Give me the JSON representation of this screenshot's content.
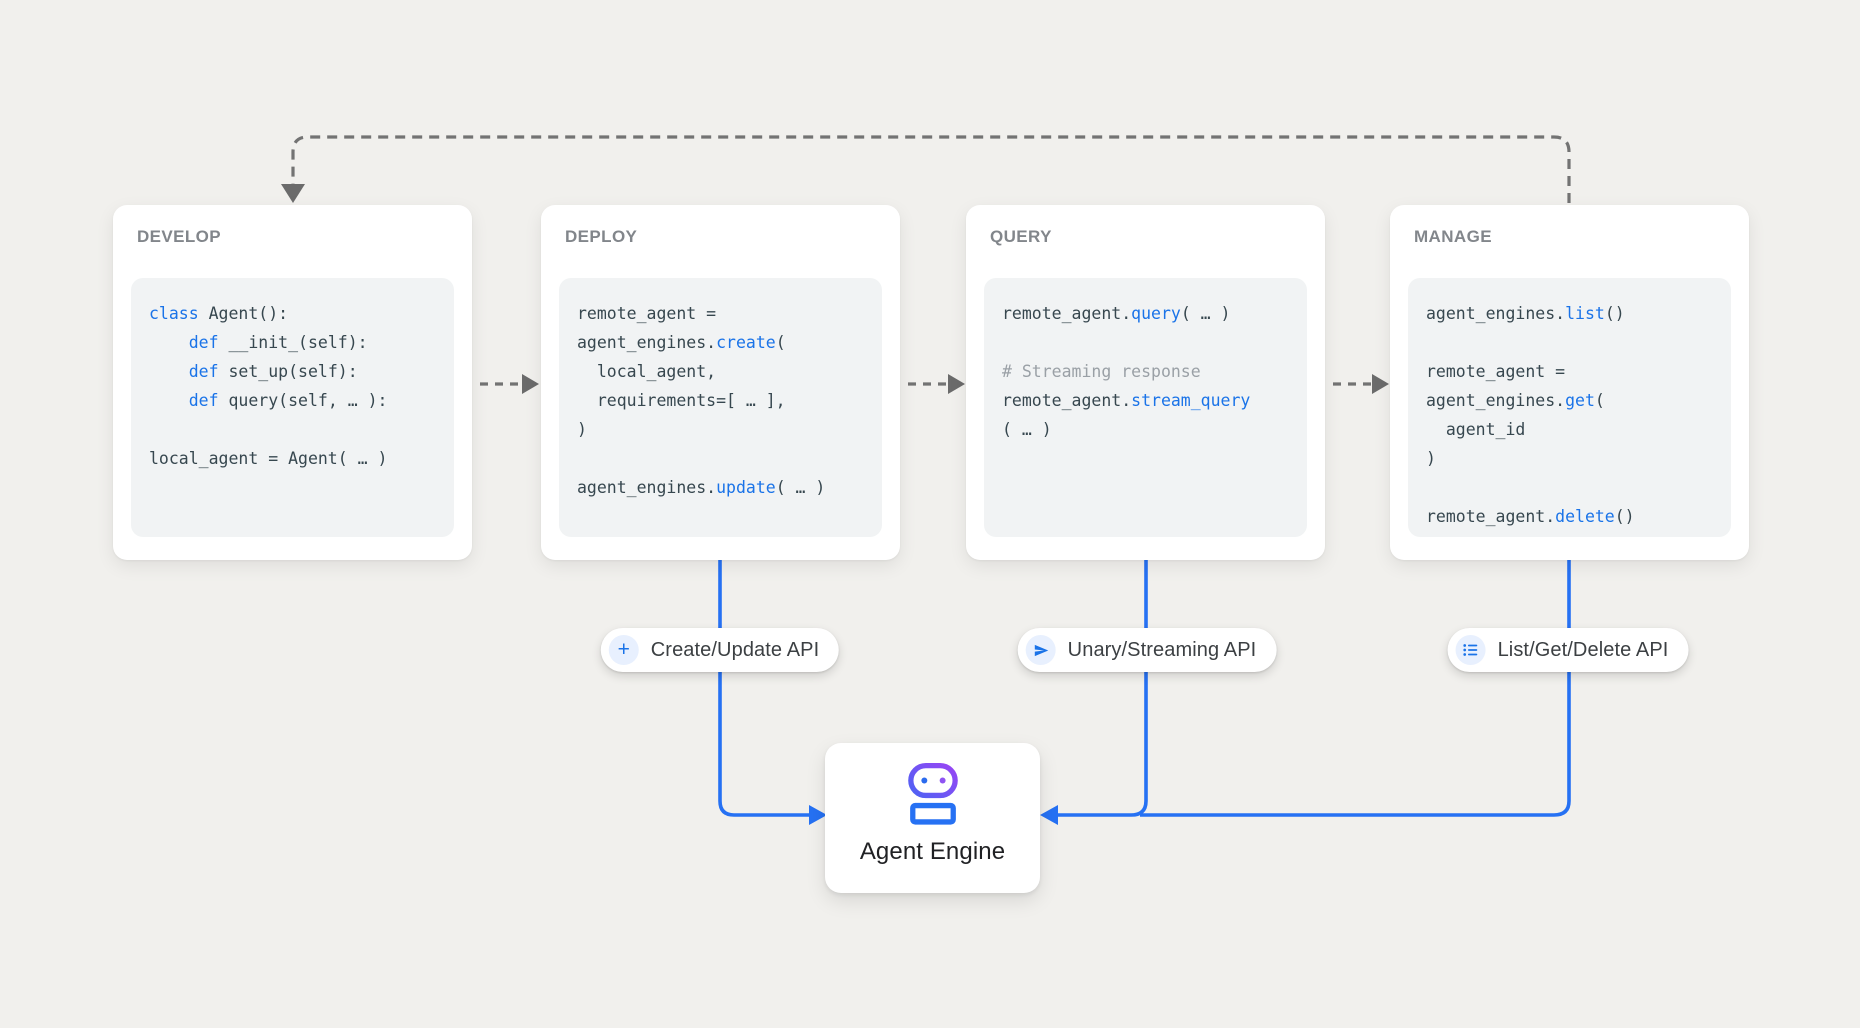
{
  "colors": {
    "canvas_bg": "#f1f0ed",
    "code_keyword_blue": "#1a73e8",
    "code_text": "#37474f",
    "comment_gray": "#9aa0a6",
    "card_title_gray": "#82868b",
    "connector_blue": "#2671f3",
    "connector_dashed_gray": "#737373",
    "robot_gradient": [
      "#2671f3",
      "#a142f4"
    ]
  },
  "cards": [
    {
      "id": "develop",
      "title": "DEVELOP",
      "code": [
        [
          [
            "kw",
            "class"
          ],
          [
            "t",
            " Agent():"
          ]
        ],
        [
          [
            "t",
            "    "
          ],
          [
            "kw",
            "def"
          ],
          [
            "t",
            " __init_(self):"
          ]
        ],
        [
          [
            "t",
            "    "
          ],
          [
            "kw",
            "def"
          ],
          [
            "t",
            " set_up(self):"
          ]
        ],
        [
          [
            "t",
            "    "
          ],
          [
            "kw",
            "def"
          ],
          [
            "t",
            " query(self, … ):"
          ]
        ],
        [],
        [
          [
            "t",
            "local_agent = Agent( … )"
          ]
        ]
      ]
    },
    {
      "id": "deploy",
      "title": "DEPLOY",
      "code": [
        [
          [
            "t",
            "remote_agent ="
          ]
        ],
        [
          [
            "t",
            "agent_engines."
          ],
          [
            "kw",
            "create"
          ],
          [
            "t",
            "("
          ]
        ],
        [
          [
            "t",
            "  local_agent,"
          ]
        ],
        [
          [
            "t",
            "  requirements=[ … ],"
          ]
        ],
        [
          [
            "t",
            ")"
          ]
        ],
        [],
        [
          [
            "t",
            "agent_engines."
          ],
          [
            "kw",
            "update"
          ],
          [
            "t",
            "( … )"
          ]
        ]
      ]
    },
    {
      "id": "query",
      "title": "QUERY",
      "code": [
        [
          [
            "t",
            "remote_agent."
          ],
          [
            "kw",
            "query"
          ],
          [
            "t",
            "( … )"
          ]
        ],
        [],
        [
          [
            "cm",
            "# Streaming response"
          ]
        ],
        [
          [
            "t",
            "remote_agent."
          ],
          [
            "kw",
            "stream_query"
          ]
        ],
        [
          [
            "t",
            "( … )"
          ]
        ]
      ]
    },
    {
      "id": "manage",
      "title": "MANAGE",
      "code": [
        [
          [
            "t",
            "agent_engines."
          ],
          [
            "kw",
            "list"
          ],
          [
            "t",
            "()"
          ]
        ],
        [],
        [
          [
            "t",
            "remote_agent ="
          ]
        ],
        [
          [
            "t",
            "agent_engines."
          ],
          [
            "kw",
            "get"
          ],
          [
            "t",
            "("
          ]
        ],
        [
          [
            "t",
            "  agent_id"
          ]
        ],
        [
          [
            "t",
            ")"
          ]
        ],
        [],
        [
          [
            "t",
            "remote_agent."
          ],
          [
            "kw",
            "delete"
          ],
          [
            "t",
            "()"
          ]
        ]
      ]
    }
  ],
  "pills": [
    {
      "id": "create-update",
      "icon": "plus-icon",
      "icon_glyph": "+",
      "label": "Create/Update API"
    },
    {
      "id": "unary-streaming",
      "icon": "send-icon",
      "label": "Unary/Streaming API"
    },
    {
      "id": "list-get-delete",
      "icon": "list-icon",
      "label": "List/Get/Delete API"
    }
  ],
  "engine": {
    "icon": "robot-icon",
    "label": "Agent Engine"
  }
}
